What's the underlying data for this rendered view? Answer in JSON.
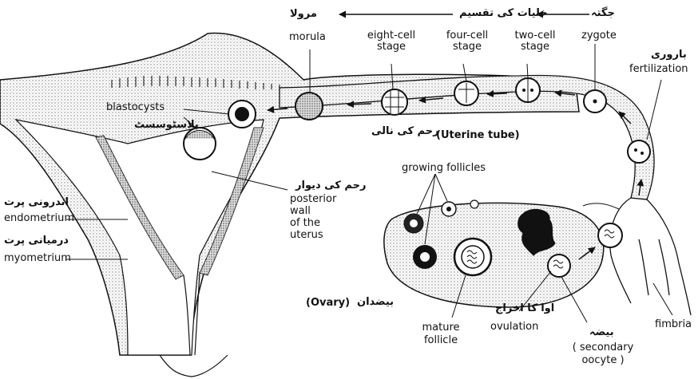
{
  "labels": {
    "morula_ur": "مرولا",
    "cell_division_ur": "خلیات کی تقسیم",
    "zygote_ur": "جگتہ",
    "morula": "morula",
    "eight_cell_1": "eight-cell",
    "eight_cell_2": "stage",
    "four_cell_1": "four-cell",
    "four_cell_2": "stage",
    "two_cell_1": "two-cell",
    "two_cell_2": "stage",
    "zygote": "zygote",
    "fertilization_ur": "باروری",
    "fertilization": "fertilization",
    "blastocysts": "blastocysts",
    "blastocyst_ur": "بلاسٹوسسٹ",
    "uterine_tube_ur": "رحم کی نالی",
    "uterine_tube": "(Uterine tube)",
    "growing_follicles": "growing follicles",
    "posterior_wall_ur": "رحم کی دیوار",
    "posterior_1": "posterior",
    "posterior_2": "wall",
    "posterior_3": "of the",
    "posterior_4": "uterus",
    "endometrium_ur": "اندرونی پرت",
    "endometrium": "endometrium",
    "myometrium_ur": "درمیانی پرت",
    "myometrium": "myometrium",
    "ovary": "(Ovary)",
    "ovary_ur": "بیضدان",
    "mature_1": "mature",
    "mature_2": "follicle",
    "ovulation_ur": "اوا کا اخراج",
    "ovulation": "ovulation",
    "oocyte_ur": "بیضہ",
    "oocyte_1": "( secondary",
    "oocyte_2": "oocyte )",
    "fimbria": "fimbria"
  },
  "colors": {
    "ink": "#111111",
    "stipple": "#cfcfcf",
    "paper": "#ffffff"
  }
}
